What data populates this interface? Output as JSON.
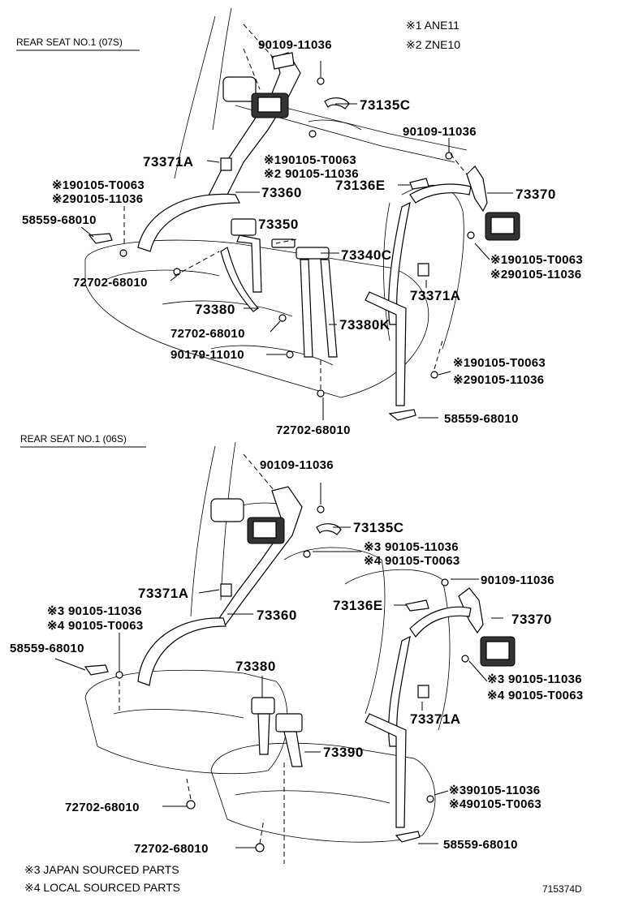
{
  "notes_top": {
    "n1": "※1 ANE11",
    "n2": "※2 ZNE10"
  },
  "section1": {
    "title": "REAR SEAT NO.1 (07S)",
    "labels": {
      "a": "90109-11036",
      "b": "73135C",
      "c": "90109-11036",
      "d": "73371A",
      "e1": "※190105-T0063",
      "e2": "※2 90105-11036",
      "f": "73136E",
      "g": "73370",
      "h1": "※190105-T0063",
      "h2": "※290105-11036",
      "i": "73360",
      "j": "73350",
      "k": "58559-68010",
      "l": "73340C",
      "m": "72702-68010",
      "n1": "※190105-T0063",
      "n2": "※290105-11036",
      "o": "73371A",
      "p": "73380",
      "q": "72702-68010",
      "r": "73380K",
      "s": "90179-11010",
      "t1": "※190105-T0063",
      "t2": "※290105-11036",
      "u": "58559-68010",
      "v": "72702-68010"
    }
  },
  "section2": {
    "title": "REAR SEAT NO.1 (06S)",
    "labels": {
      "a": "90109-11036",
      "b": "73135C",
      "c1": "※3 90105-11036",
      "c2": "※4 90105-T0063",
      "d": "90109-11036",
      "e": "73371A",
      "f1": "※3 90105-11036",
      "f2": "※4 90105-T0063",
      "g": "73136E",
      "h": "73360",
      "i": "73370",
      "j": "58559-68010",
      "k1": "※3 90105-11036",
      "k2": "※4 90105-T0063",
      "l": "73380",
      "m": "73371A",
      "n": "73390",
      "o1": "※390105-11036",
      "o2": "※490105-T0063",
      "p": "72702-68010",
      "q": "72702-68010",
      "r": "58559-68010"
    }
  },
  "notes_bottom": {
    "n3": "※3 JAPAN SOURCED PARTS",
    "n4": "※4 LOCAL SOURCED PARTS"
  },
  "figure_id": "715374D"
}
